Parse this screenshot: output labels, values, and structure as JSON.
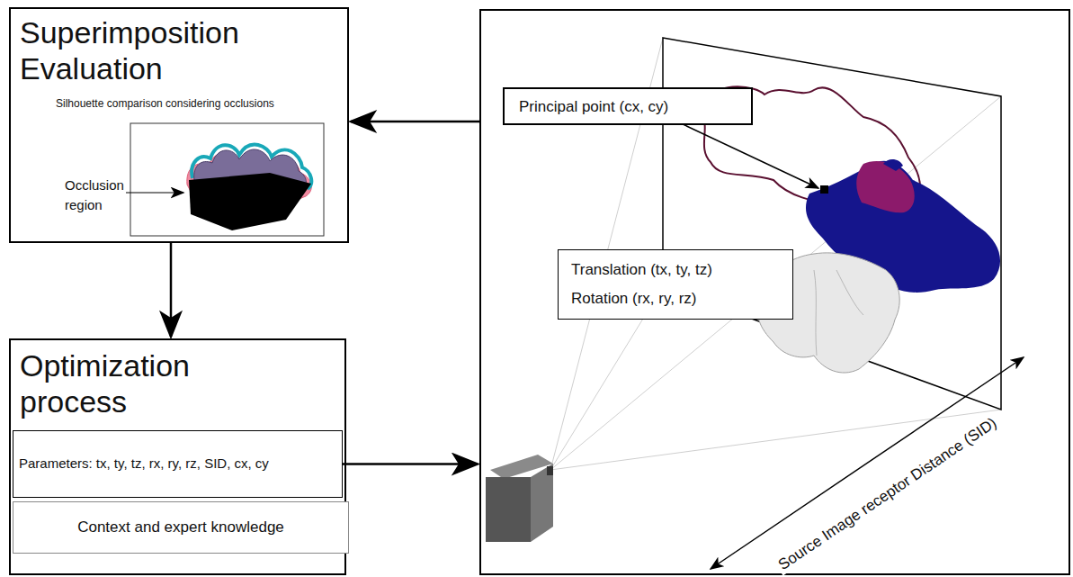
{
  "diagram": {
    "nodes": [
      {
        "text": [
          "Superimposition Evaluation",
          "Silhouette comparison considering occlusions"
        ]
      },
      {
        "text": [
          "Optimization process"
        ]
      },
      {
        "text": [
          "Parameters: tx, ty, tz, rx, ry, rz, SID, cx, cy"
        ],
        "in": 1
      },
      {
        "text": [
          "Context and expert knowledge"
        ],
        "in": 1
      },
      {
        "text": [
          "Source Image receptor Distance (SID)"
        ]
      },
      {
        "text": [
          "Principal point (cx, cy)"
        ],
        "in": 4
      },
      {
        "text": [
          "Translation (tx, ty, tz)",
          "Rotation (rx, ry, rz)"
        ],
        "in": 4
      }
    ],
    "edges": [
      {
        "from": 4,
        "to": 0,
        "arrow": "to"
      },
      {
        "from": 0,
        "to": 1,
        "arrow": "to"
      },
      {
        "from": 2,
        "to": 4,
        "arrow": "to"
      }
    ],
    "labels": [
      "Occlusion region"
    ]
  }
}
